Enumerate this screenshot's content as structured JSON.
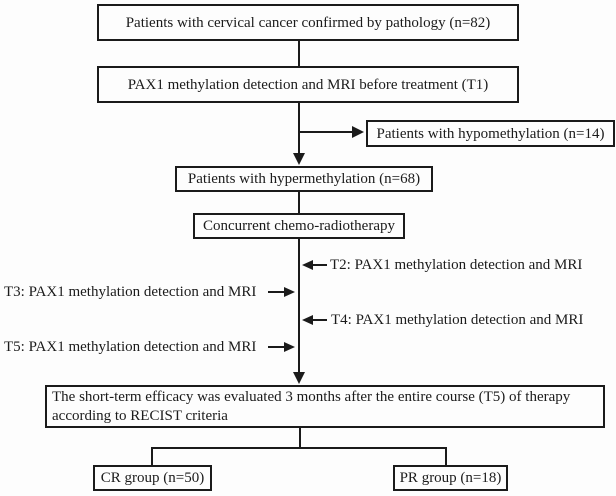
{
  "figure": {
    "type": "clinical-study-flowchart",
    "colors": {
      "ink": "#1b1b1b",
      "background": "#fdfdfd"
    }
  },
  "flowchart": {
    "boxes": {
      "pathology": "Patients with cervical cancer confirmed by pathology (n=82)",
      "t1": "PAX1 methylation detection and MRI before treatment (T1)",
      "hypo": "Patients with hypomethylation (n=14)",
      "hyper": "Patients with hypermethylation (n=68)",
      "chemo": "Concurrent chemo-radiotherapy",
      "efficacy": "The short-term efficacy was evaluated 3 months after the entire course (T5) of therapy according to RECIST criteria",
      "cr": "CR group (n=50)",
      "pr": "PR group (n=18)"
    },
    "timepoint_labels": {
      "t2": "T2: PAX1 methylation detection and MRI",
      "t3": "T3: PAX1 methylation detection and MRI",
      "t4": "T4: PAX1 methylation detection and MRI",
      "t5": "T5: PAX1 methylation detection and MRI"
    }
  }
}
